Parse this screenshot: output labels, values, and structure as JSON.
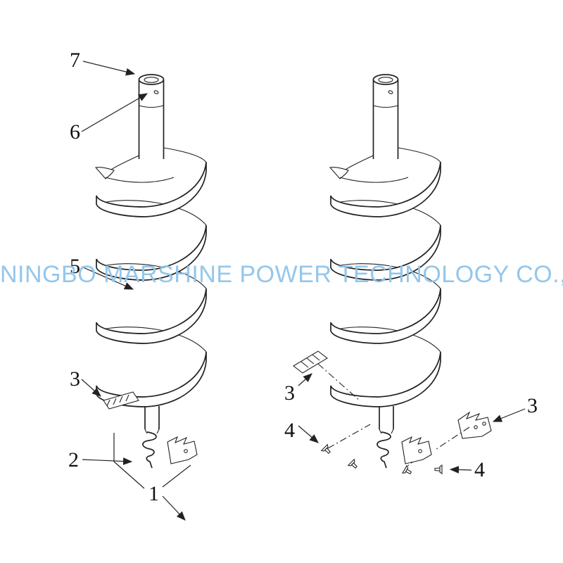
{
  "watermark": {
    "text": "NINGBO MARSHINE POWER TECHNOLOGY CO.,LTD.",
    "color": "#8fc5ea"
  },
  "diagram": {
    "description": "Exploded-view line drawing of two earth auger drill bits with numbered part callouts",
    "ink_color": "#222222",
    "callouts": {
      "left": [
        "7",
        "6",
        "5",
        "3",
        "2",
        "1"
      ],
      "right": [
        "3",
        "4",
        "3",
        "4"
      ]
    }
  }
}
